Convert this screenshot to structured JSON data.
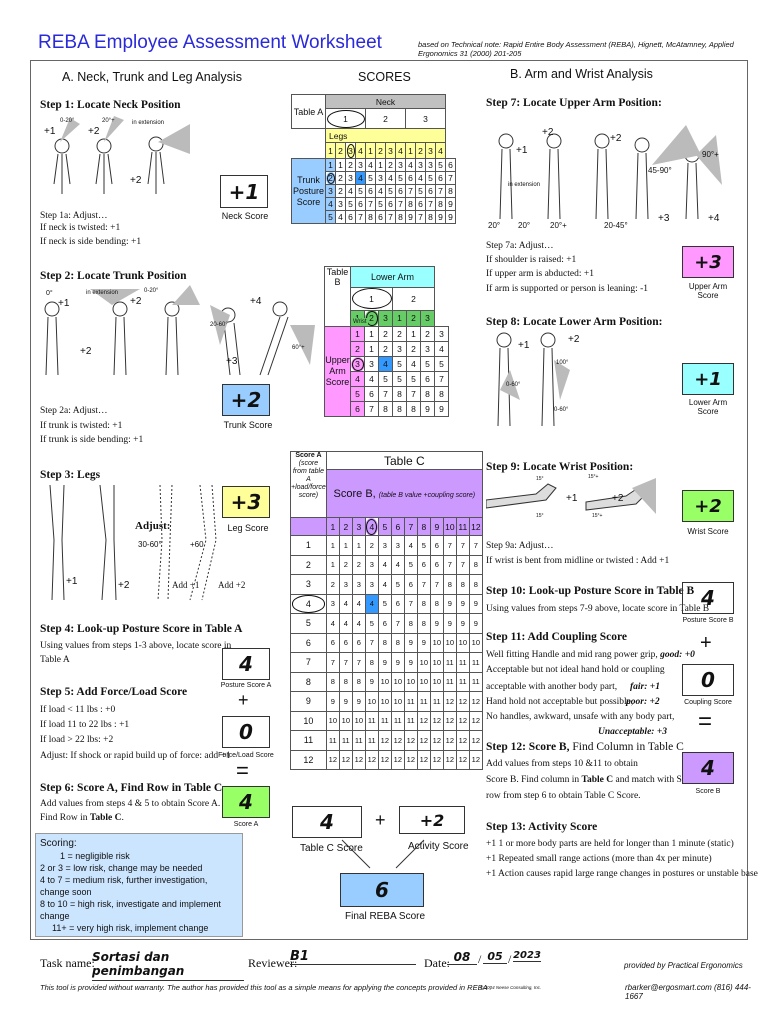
{
  "title": "REBA Employee Assessment Worksheet",
  "based_on": "based on Technical note: Rapid Entire Body Assessment (REBA), Hignett, McAtamney, Applied Ergonomics 31 (2000) 201-205",
  "sectionA": "A. Neck, Trunk and Leg Analysis",
  "sectionB": "B. Arm and Wrist Analysis",
  "scores_hdr": "SCORES",
  "step1": {
    "title": "Step 1: Locate Neck Position",
    "p1": "+1",
    "p2": "+2",
    "p3": "+2",
    "a1": "0-20°",
    "a2": "20°+",
    "a3": "in extension",
    "adj": "Step 1a: Adjust…",
    "l1": "If neck is twisted:  +1",
    "l2": "If neck is side bending:  +1",
    "score": "+1",
    "score_lbl": "Neck Score"
  },
  "step2": {
    "title": "Step 2:  Locate Trunk Position",
    "a0": "0°",
    "p1": "+1",
    "ext": "in extension",
    "p2": "+2",
    "a2": "0-20°",
    "p2b": "+2",
    "a3": "20-60°",
    "p3": "+3",
    "p4": "+4",
    "a4": "60°+",
    "adj": "Step 2a:  Adjust…",
    "l1": "If trunk is twisted: +1",
    "l2": "If trunk is side bending:  +1",
    "score": "+2",
    "score_lbl": "Trunk Score"
  },
  "step3": {
    "title": "Step 3:  Legs",
    "adj": "Adjust:",
    "a1": "30-60°",
    "a2": "+60",
    "p1": "+1",
    "p2": "+2",
    "add1": "Add +1",
    "add2": "Add +2",
    "score": "+3",
    "score_lbl": "Leg Score"
  },
  "step4": {
    "title": "Step 4: Look-up Posture Score in Table A",
    "l1": "Using values from steps 1-3  above, locate score in",
    "l2": "Table A",
    "score": "4",
    "score_lbl": "Posture Score A"
  },
  "step5": {
    "title": "Step 5:  Add Force/Load Score",
    "l1": "If load < 11 lbs : +0",
    "l2": "If load 11 to 22 lbs : +1",
    "l3": "If load > 22 lbs: +2",
    "l4": "Adjust:  If shock or rapid build up of force:   add +1",
    "score": "0",
    "score_lbl": "Force/Load Score",
    "plus": "+",
    "eq": "="
  },
  "step6": {
    "title": "Step 6:  Score A, Find Row in Table C",
    "l1": "Add values from steps 4 & 5 to obtain Score A.",
    "l2": "Find Row in ",
    "l2b": "Table C",
    "l2c": ".",
    "score": "4",
    "score_lbl": "Score A"
  },
  "scoring": {
    "title": "Scoring:",
    "r1": "1  = negligible risk",
    "r2": "2 or 3  =  low risk, change may be needed",
    "r3": "4 to 7  =  medium risk, further investigation, change soon",
    "r4": "8 to 10 =  high risk, investigate and implement change",
    "r5": "11+ = very high risk, implement change"
  },
  "tableA": {
    "name": "Table A",
    "neck": "Neck",
    "neck_cols": [
      "1",
      "2",
      "3"
    ],
    "legs": "Legs",
    "legs_vals": [
      "1",
      "2",
      "3",
      "4",
      "1",
      "2",
      "3",
      "4",
      "1",
      "2",
      "3",
      "4"
    ],
    "trunk": "Trunk Posture Score",
    "rows": [
      [
        "1",
        "1",
        "2",
        "3",
        "4",
        "1",
        "2",
        "3",
        "4",
        "3",
        "3",
        "5",
        "6"
      ],
      [
        "2",
        "2",
        "3",
        "4",
        "5",
        "3",
        "4",
        "5",
        "6",
        "4",
        "5",
        "6",
        "7"
      ],
      [
        "3",
        "2",
        "4",
        "5",
        "6",
        "4",
        "5",
        "6",
        "7",
        "5",
        "6",
        "7",
        "8"
      ],
      [
        "4",
        "3",
        "5",
        "6",
        "7",
        "5",
        "6",
        "7",
        "8",
        "6",
        "7",
        "8",
        "9"
      ],
      [
        "5",
        "4",
        "6",
        "7",
        "8",
        "6",
        "7",
        "8",
        "9",
        "7",
        "8",
        "9",
        "9"
      ]
    ]
  },
  "tableB": {
    "name": "Table B",
    "lower": "Lower Arm",
    "lower_cols": [
      "1",
      "2"
    ],
    "wrist": "Wrist",
    "wrist_vals": [
      "1",
      "2",
      "3",
      "1",
      "2",
      "3"
    ],
    "upper": "Upper Arm Score",
    "rows": [
      [
        "1",
        "1",
        "2",
        "2",
        "1",
        "2",
        "3"
      ],
      [
        "2",
        "1",
        "2",
        "3",
        "2",
        "3",
        "4"
      ],
      [
        "3",
        "3",
        "4",
        "5",
        "4",
        "5",
        "5"
      ],
      [
        "4",
        "4",
        "5",
        "5",
        "5",
        "6",
        "7"
      ],
      [
        "5",
        "6",
        "7",
        "8",
        "7",
        "8",
        "8"
      ],
      [
        "6",
        "7",
        "8",
        "8",
        "8",
        "9",
        "9"
      ]
    ]
  },
  "tableC": {
    "name": "Table C",
    "scoreA": "Score A",
    "scoreA_sub": "(score from table A +load/force score)",
    "scoreB": "Score B,",
    "scoreB_sub": "(table B value +coupling score)",
    "cols": [
      "1",
      "2",
      "3",
      "4",
      "5",
      "6",
      "7",
      "8",
      "9",
      "10",
      "11",
      "12"
    ],
    "rows": [
      [
        "1",
        "1",
        "1",
        "1",
        "2",
        "3",
        "3",
        "4",
        "5",
        "6",
        "7",
        "7",
        "7"
      ],
      [
        "2",
        "1",
        "2",
        "2",
        "3",
        "4",
        "4",
        "5",
        "6",
        "6",
        "7",
        "7",
        "8"
      ],
      [
        "3",
        "2",
        "3",
        "3",
        "3",
        "4",
        "5",
        "6",
        "7",
        "7",
        "8",
        "8",
        "8"
      ],
      [
        "4",
        "3",
        "4",
        "4",
        "4",
        "5",
        "6",
        "7",
        "8",
        "8",
        "9",
        "9",
        "9"
      ],
      [
        "5",
        "4",
        "4",
        "4",
        "5",
        "6",
        "7",
        "8",
        "8",
        "9",
        "9",
        "9",
        "9"
      ],
      [
        "6",
        "6",
        "6",
        "6",
        "7",
        "8",
        "8",
        "9",
        "9",
        "10",
        "10",
        "10",
        "10"
      ],
      [
        "7",
        "7",
        "7",
        "7",
        "8",
        "9",
        "9",
        "9",
        "10",
        "10",
        "11",
        "11",
        "11"
      ],
      [
        "8",
        "8",
        "8",
        "8",
        "9",
        "10",
        "10",
        "10",
        "10",
        "10",
        "11",
        "11",
        "11"
      ],
      [
        "9",
        "9",
        "9",
        "9",
        "10",
        "10",
        "10",
        "11",
        "11",
        "11",
        "12",
        "12",
        "12"
      ],
      [
        "10",
        "10",
        "10",
        "10",
        "11",
        "11",
        "11",
        "11",
        "12",
        "12",
        "12",
        "12",
        "12"
      ],
      [
        "11",
        "11",
        "11",
        "11",
        "11",
        "12",
        "12",
        "12",
        "12",
        "12",
        "12",
        "12",
        "12"
      ],
      [
        "12",
        "12",
        "12",
        "12",
        "12",
        "12",
        "12",
        "12",
        "12",
        "12",
        "12",
        "12",
        "12"
      ]
    ]
  },
  "final": {
    "tableC_score": "4",
    "plus": "+",
    "activity_score": "+2",
    "tableC_lbl": "Table C Score",
    "activity_lbl": "Activity Score",
    "reba": "6",
    "reba_lbl": "Final  REBA Score"
  },
  "step7": {
    "title": "Step 7: Locate Upper Arm Position:",
    "p1": "+1",
    "p2": "+2",
    "p2b": "+2",
    "p3": "+3",
    "p4": "+4",
    "ext": "in extension",
    "a1": "20°",
    "a2": "20°",
    "a3": "20°+",
    "a4": "20-45°",
    "a5": "45-90°",
    "a6": "90°+",
    "adj": "Step 7a: Adjust…",
    "l1": "If shoulder is raised:  +1",
    "l2": "If upper arm is abducted:  +1",
    "l3": "If arm is supported or person is leaning:  -1",
    "score": "+3",
    "score_lbl": "Upper Arm Score"
  },
  "step8": {
    "title": "Step 8:  Locate Lower Arm Position:",
    "p1": "+1",
    "p2": "+2",
    "a1": "100°",
    "a2": "0-60°",
    "a3": "0-60°",
    "score": "+1",
    "score_lbl": "Lower Arm Score"
  },
  "step9": {
    "title": "Step 9:  Locate Wrist Position:",
    "p1": "+1",
    "p2": "+2",
    "a1": "15°",
    "a2": "15°",
    "a3": "15°+",
    "a4": "15°+",
    "adj": "Step 9a: Adjust…",
    "l1": "If wrist is bent from midline or twisted : Add +1",
    "score": "+2",
    "score_lbl": "Wrist Score"
  },
  "step10": {
    "title": "Step 10: Look-up Posture Score in Table B",
    "l1": "Using values from steps 7-9 above, locate score in Table B",
    "score": "4",
    "score_lbl": "Posture Score B",
    "plus": "+"
  },
  "step11": {
    "title": "Step 11:  Add Coupling Score",
    "l1": "Well fitting Handle and mid rang power grip, ",
    "g": "good: +0",
    "l2": "Acceptable but not ideal hand hold or coupling",
    "l3": "acceptable with another body part,",
    "f": "fair:  +1",
    "l4": "Hand hold not acceptable but possible,",
    "p": "poor: +2",
    "l5": "No handles, awkward, unsafe with any body part,",
    "u": "Unacceptable: +3",
    "score": "0",
    "score_lbl": "Coupling Score",
    "eq": "="
  },
  "step12": {
    "title": "Step 12:  Score B,",
    "title2": " Find Column in Table C",
    "l1": "Add values from steps 10 &11 to obtain",
    "l2": "Score B.  Find column in ",
    "l2b": "Table C",
    "l2c": " and match with Score A in",
    "l3": "row from step 6 to obtain Table C Score.",
    "score": "4",
    "score_lbl": "Score B"
  },
  "step13": {
    "title": "Step 13:  Activity Score",
    "l1": "+1  1 or more body parts are held for longer than 1 minute (static)",
    "l2": "+1  Repeated small range actions (more than 4x per minute)",
    "l3": "+1  Action causes rapid large range changes in postures or unstable base"
  },
  "footer": {
    "task_lbl": "Task name:",
    "task": "Sortasi dan penimbangan",
    "rev_lbl": "Reviewer:",
    "rev": "B1",
    "date_lbl": "Date:",
    "d": "08",
    "m": "05",
    "y": "2023",
    "provided": "provided by Practical Ergonomics",
    "disclaimer": "This tool is provided without warranty.  The author has provided this tool as a simple means for applying the concepts provided in REBA .",
    "copy": "© 2004 Neese Consulting, Inc.",
    "contact": "rbarker@ergosmart.com   (816) 444-1667"
  },
  "colors": {
    "title": "#2a2ad8",
    "neck_hdr": "#c0c0c0",
    "legs": "#ffff99",
    "trunk": "#99ccff",
    "lower_arm": "#99ffff",
    "wrist": "#66cc66",
    "upper_arm": "#ff99ff",
    "tableC": "#cc99ff",
    "scoring": "#cce5ff",
    "upper_score": "#ff99ff",
    "lower_score": "#99ffff",
    "wrist_score": "#99ff66",
    "scoreA": "#99ff66",
    "trunk_score": "#99ccff",
    "scoreB": "#cc99ff",
    "reba": "#99ccff",
    "highlight": "#3399ff"
  }
}
